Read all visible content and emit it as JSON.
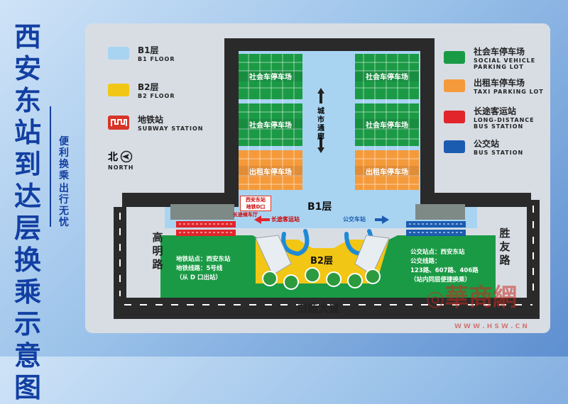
{
  "title_chars": [
    "西",
    "安",
    "东",
    "站",
    "到",
    "达",
    "层",
    "换",
    "乘",
    "示",
    "意",
    "图"
  ],
  "subtitle_left": [
    "便",
    "利",
    "换",
    "乘"
  ],
  "subtitle_right": [
    "出",
    "行",
    "无",
    "忧"
  ],
  "legend_left": [
    {
      "cn": "B1层",
      "en": "B1 FLOOR",
      "color": "#a8d4f2"
    },
    {
      "cn": "B2层",
      "en": "B2 FLOOR",
      "color": "#f2c615"
    },
    {
      "cn": "地铁站",
      "en": "SUBWAY STATION",
      "color": "#d73527"
    }
  ],
  "north": {
    "cn": "北",
    "en": "NORTH"
  },
  "legend_right": [
    {
      "cn": "社会车停车场",
      "en1": "SOCIAL VEHICLE",
      "en2": "PARKING LOT",
      "color": "#1b9a45"
    },
    {
      "cn": "出租车停车场",
      "en1": "TAXI PARKING LOT",
      "en2": "",
      "color": "#f59a3b"
    },
    {
      "cn": "长途客运站",
      "en1": "LONG-DISTANCE",
      "en2": "BUS STATION",
      "color": "#e1252b"
    },
    {
      "cn": "公交站",
      "en1": "BUS STATION",
      "en2": "",
      "color": "#1c5cb0"
    }
  ],
  "lots": {
    "social": "社会车停车场",
    "taxi": "出租车停车场"
  },
  "corridor": [
    "城",
    "市",
    "通",
    "廊"
  ],
  "b1_label": "B1层",
  "b2_label": "B2层",
  "metro_sign": {
    "line1": "西安东站",
    "line2": "地铁D口"
  },
  "long_dist_small": "长途候车厅",
  "long_dist_arrow": "长途客运站",
  "bus_arrow": "公交车站",
  "road_west": [
    "高",
    "明",
    "路"
  ],
  "road_east": [
    "胜",
    "友",
    "路"
  ],
  "road_south": "白鹿大道",
  "metro_info": {
    "l1": "地铁站点：西安东站",
    "l2": "地铁线路：5号线",
    "l3": "（从 D 口出站）"
  },
  "bus_info": {
    "l1": "公交站点：西安东站",
    "l2": "公交线路：",
    "l3": "123路、607路、406路",
    "l4": "（站内同层便捷换乘）"
  },
  "watermark": {
    "cn": "華商網",
    "en": "W W W . H S W . C N"
  },
  "colors": {
    "b1": "#a8d4f2",
    "b2": "#f2c615",
    "green": "#1b9a45",
    "taxi": "#f59a3b",
    "red": "#e1252b",
    "blue": "#1c5cb0"
  }
}
